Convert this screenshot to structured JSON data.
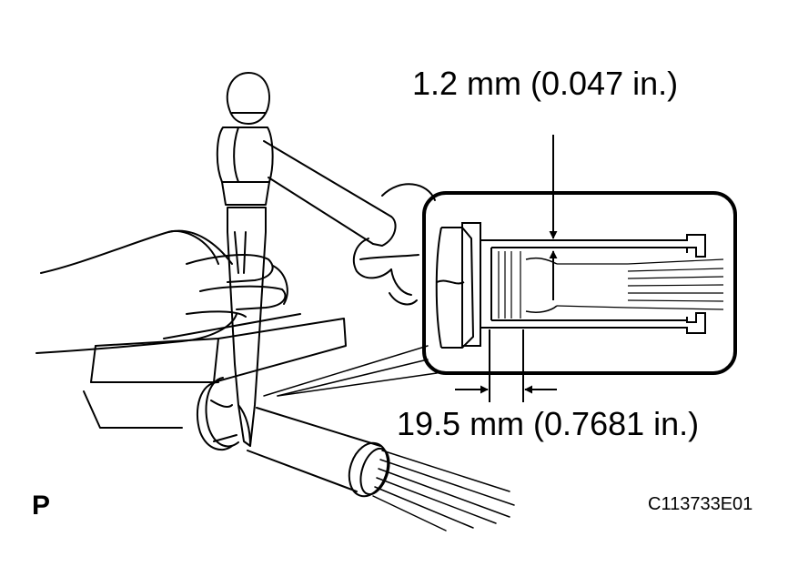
{
  "labels": {
    "thickness": "1.2 mm (0.047 in.)",
    "length": "19.5 mm (0.7681 in.)",
    "view": "P",
    "figure_id": "C113733E01"
  },
  "colors": {
    "line": "#000000",
    "background": "#ffffff"
  },
  "icons": {
    "dimension_arrow": "arrowhead-icon"
  }
}
